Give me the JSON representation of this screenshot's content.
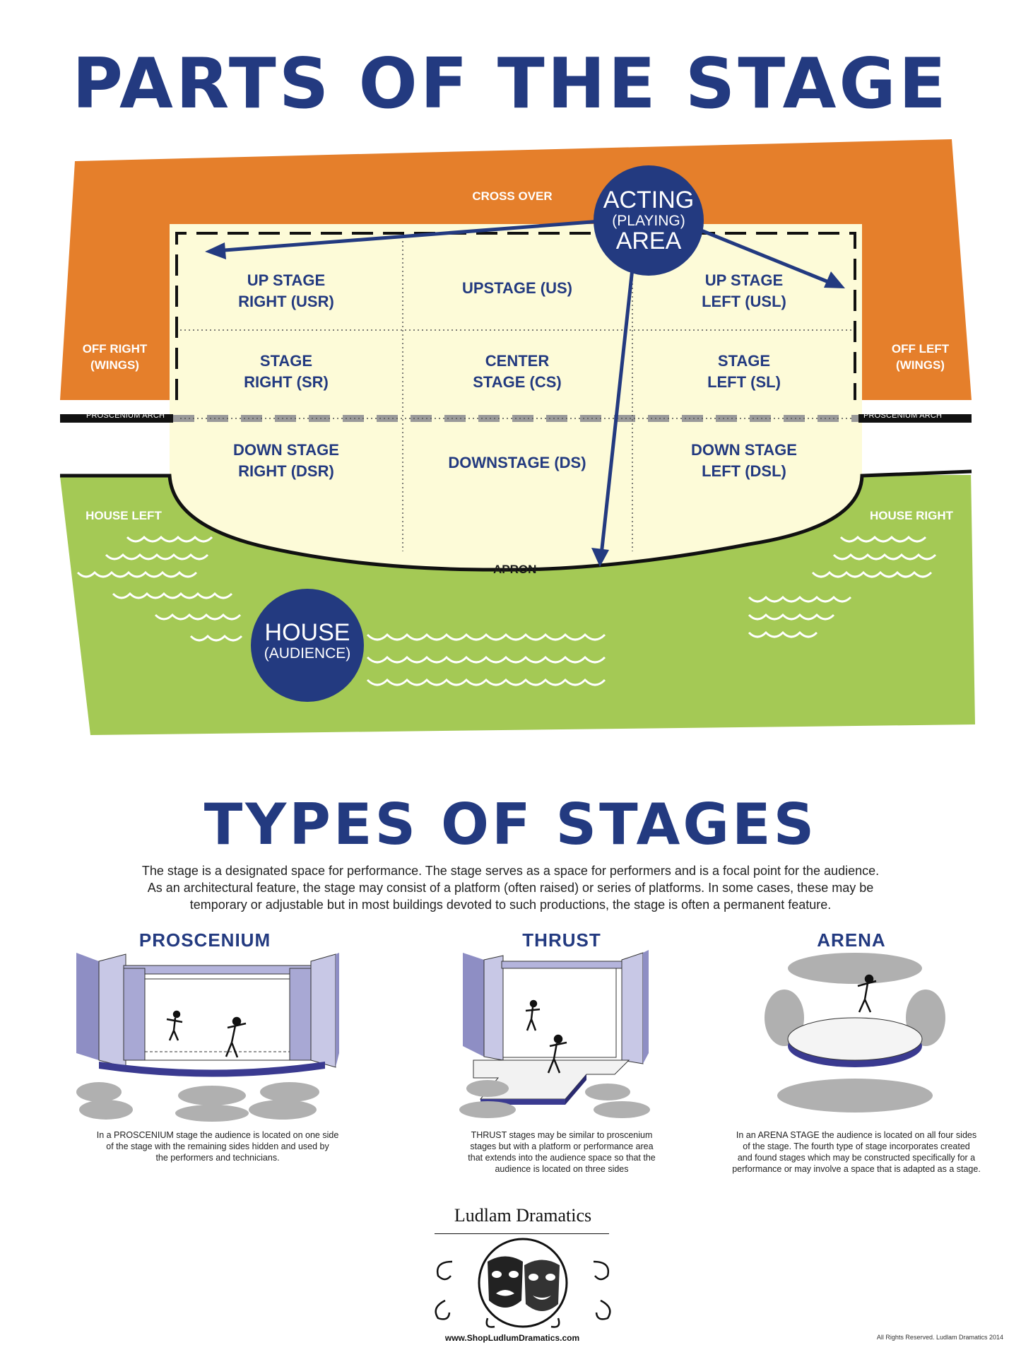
{
  "title": "PARTS OF THE STAGE",
  "colors": {
    "navy": "#233a80",
    "orange": "#e57f2b",
    "green": "#a4c955",
    "cream": "#fdfbd8",
    "lilac": "#b9b9de"
  },
  "labels": {
    "cross_over": "CROSS OVER",
    "off_right": [
      "OFF RIGHT",
      "(WINGS)"
    ],
    "off_left": [
      "OFF LEFT",
      "(WINGS)"
    ],
    "proscenium_arch": "PROSCENIUM ARCH",
    "house_left": "HOUSE LEFT",
    "house_right": "HOUSE RIGHT",
    "apron": "APRON"
  },
  "acting_area": {
    "line1": "ACTING",
    "line2": "(PLAYING)",
    "line3": "AREA"
  },
  "house": {
    "line1": "HOUSE",
    "line2": "(AUDIENCE)"
  },
  "zones": {
    "usr": [
      "UP STAGE",
      "RIGHT (USR)"
    ],
    "us": [
      "UPSTAGE (US)"
    ],
    "usl": [
      "UP STAGE",
      "LEFT (USL)"
    ],
    "sr": [
      "STAGE",
      "RIGHT (SR)"
    ],
    "cs": [
      "CENTER",
      "STAGE (CS)"
    ],
    "sl": [
      "STAGE",
      "LEFT (SL)"
    ],
    "dsr": [
      "DOWN STAGE",
      "RIGHT (DSR)"
    ],
    "ds": [
      "DOWNSTAGE (DS)"
    ],
    "dsl": [
      "DOWN STAGE",
      "LEFT (DSL)"
    ]
  },
  "types_title": "TYPES OF STAGES",
  "intro": [
    "The stage is a designated space for performance. The stage serves as a space for performers and is a focal point for the audience.",
    "As an architectural feature, the stage may consist of a platform (often raised) or series of platforms. In some cases, these may be",
    "temporary or adjustable but in most buildings devoted to such productions, the stage is often a permanent feature."
  ],
  "types": [
    {
      "name": "PROSCENIUM",
      "desc": [
        "In a PROSCENIUM stage the audience is located on one side",
        "of the stage with the remaining sides hidden and used by",
        "the performers and technicians."
      ]
    },
    {
      "name": "THRUST",
      "desc": [
        "THRUST stages may be similar to proscenium",
        "stages but with a platform or performance area",
        "that extends into the audience space so that the",
        "audience is located on three sides"
      ]
    },
    {
      "name": "ARENA",
      "desc": [
        "In an ARENA STAGE the audience is located on all four sides",
        "of the stage. The fourth type of stage incorporates created",
        "and found stages which may be constructed specifically for a",
        "performance or may involve a space that is adapted as a stage."
      ]
    }
  ],
  "brand": "Ludlam Dramatics",
  "url": "www.ShopLudlumDramatics.com",
  "rights": "All Rights Reserved. Ludlam Dramatics 2014"
}
